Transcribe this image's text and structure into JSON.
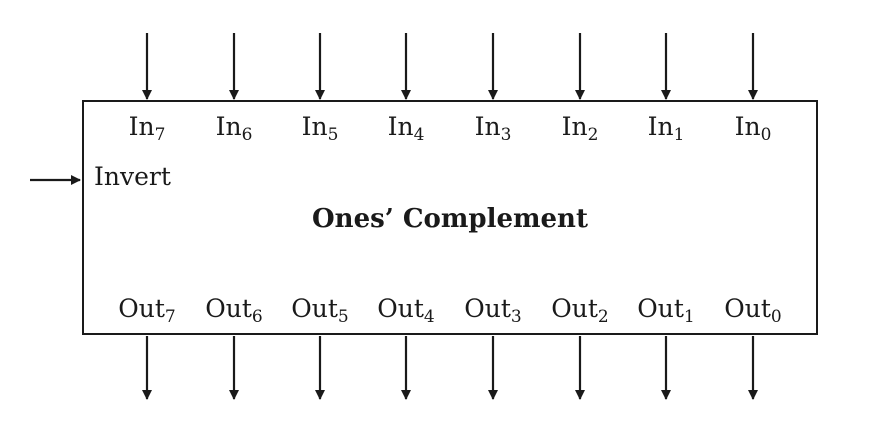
{
  "title": "Ones’ Complement",
  "control": {
    "label": "Invert"
  },
  "inputs": [
    {
      "name": "In",
      "index": "7"
    },
    {
      "name": "In",
      "index": "6"
    },
    {
      "name": "In",
      "index": "5"
    },
    {
      "name": "In",
      "index": "4"
    },
    {
      "name": "In",
      "index": "3"
    },
    {
      "name": "In",
      "index": "2"
    },
    {
      "name": "In",
      "index": "1"
    },
    {
      "name": "In",
      "index": "0"
    }
  ],
  "outputs": [
    {
      "name": "Out",
      "index": "7"
    },
    {
      "name": "Out",
      "index": "6"
    },
    {
      "name": "Out",
      "index": "5"
    },
    {
      "name": "Out",
      "index": "4"
    },
    {
      "name": "Out",
      "index": "3"
    },
    {
      "name": "Out",
      "index": "2"
    },
    {
      "name": "Out",
      "index": "1"
    },
    {
      "name": "Out",
      "index": "0"
    }
  ],
  "colors": {
    "ink": "#1a1a1a",
    "background": "#ffffff"
  }
}
